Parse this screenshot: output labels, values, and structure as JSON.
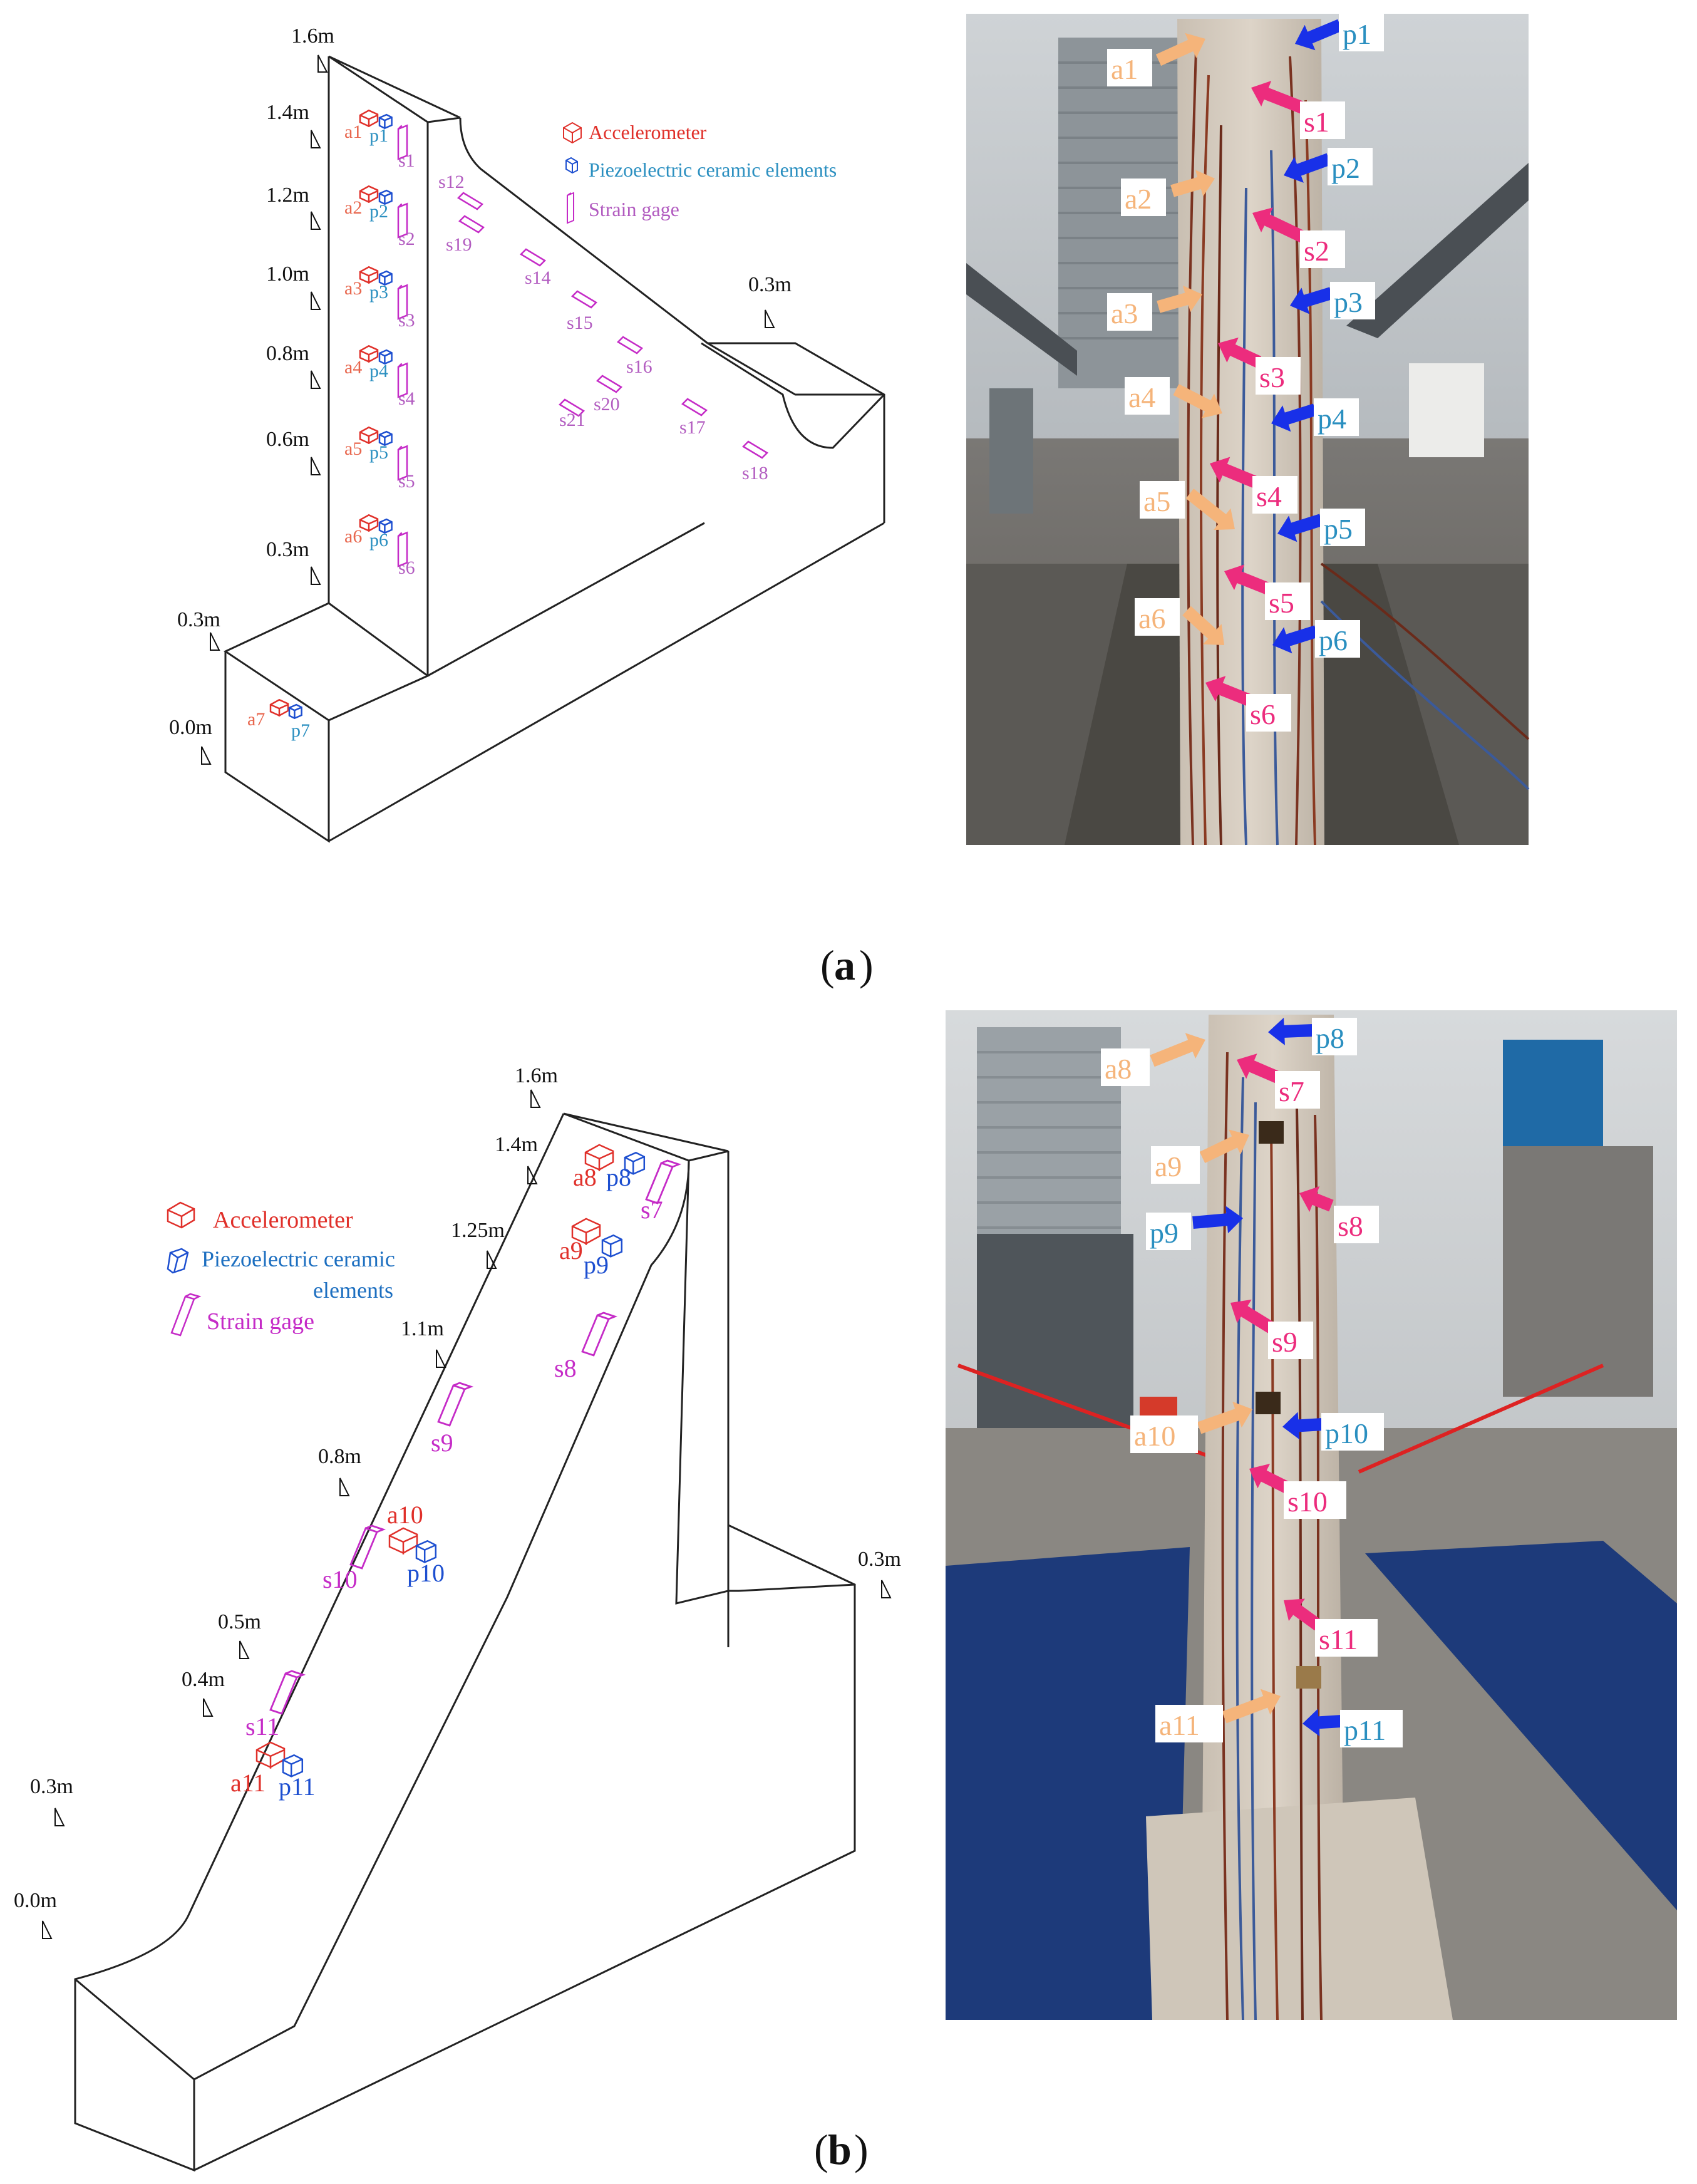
{
  "figure": {
    "captions": {
      "a": "a",
      "b": "b"
    },
    "colors": {
      "accel": "#e0302a",
      "accel_a": "#e8674e",
      "piezo": "#1d4fd0",
      "piezo_text": "#2a8fc0",
      "strain": "#c52bc7",
      "strain_a": "#b25cc0",
      "arrow_orange": "#f5b47a",
      "arrow_pink": "#ec2c7d",
      "arrow_blue": "#1830e8"
    },
    "a": {
      "levels": [
        "1.6m",
        "1.4m",
        "1.2m",
        "1.0m",
        "0.8m",
        "0.6m",
        "0.3m",
        "0.3m",
        "0.0m",
        "0.3m"
      ],
      "legend": [
        "Accelerometer",
        "Piezoelectric ceramic elements",
        "Strain gage"
      ],
      "accels": [
        "a1",
        "a2",
        "a3",
        "a4",
        "a5",
        "a6",
        "a7"
      ],
      "piezos": [
        "p1",
        "p2",
        "p3",
        "p4",
        "p5",
        "p6",
        "p7"
      ],
      "strains": [
        "s1",
        "s2",
        "s3",
        "s4",
        "s5",
        "s6",
        "s12",
        "s19",
        "s14",
        "s15",
        "s16",
        "s20",
        "s21",
        "s17",
        "s18"
      ],
      "photo_labels": {
        "orange": [
          "a1",
          "a2",
          "a3",
          "a4",
          "a5",
          "a6"
        ],
        "pink": [
          "s1",
          "s2",
          "s3",
          "s4",
          "s5",
          "s6"
        ],
        "blue": [
          "p1",
          "p2",
          "p3",
          "p4",
          "p5",
          "p6"
        ]
      }
    },
    "b": {
      "levels": [
        "1.6m",
        "1.4m",
        "1.25m",
        "1.1m",
        "0.8m",
        "0.5m",
        "0.4m",
        "0.3m",
        "0.0m",
        "0.3m"
      ],
      "legend": [
        "Accelerometer",
        "Piezoelectric ceramic",
        "elements",
        "Strain gage"
      ],
      "accels": [
        "a8",
        "a9",
        "a10",
        "a11"
      ],
      "piezos": [
        "p8",
        "p9",
        "p10",
        "p11"
      ],
      "strains": [
        "s7",
        "s8",
        "s9",
        "s10",
        "s11"
      ],
      "photo_labels": {
        "orange": [
          "a8",
          "a9",
          "a10",
          "a11"
        ],
        "pink": [
          "s7",
          "s8",
          "s9",
          "s10",
          "s11"
        ],
        "blue": [
          "p8",
          "p9",
          "p10",
          "p11"
        ]
      }
    }
  }
}
